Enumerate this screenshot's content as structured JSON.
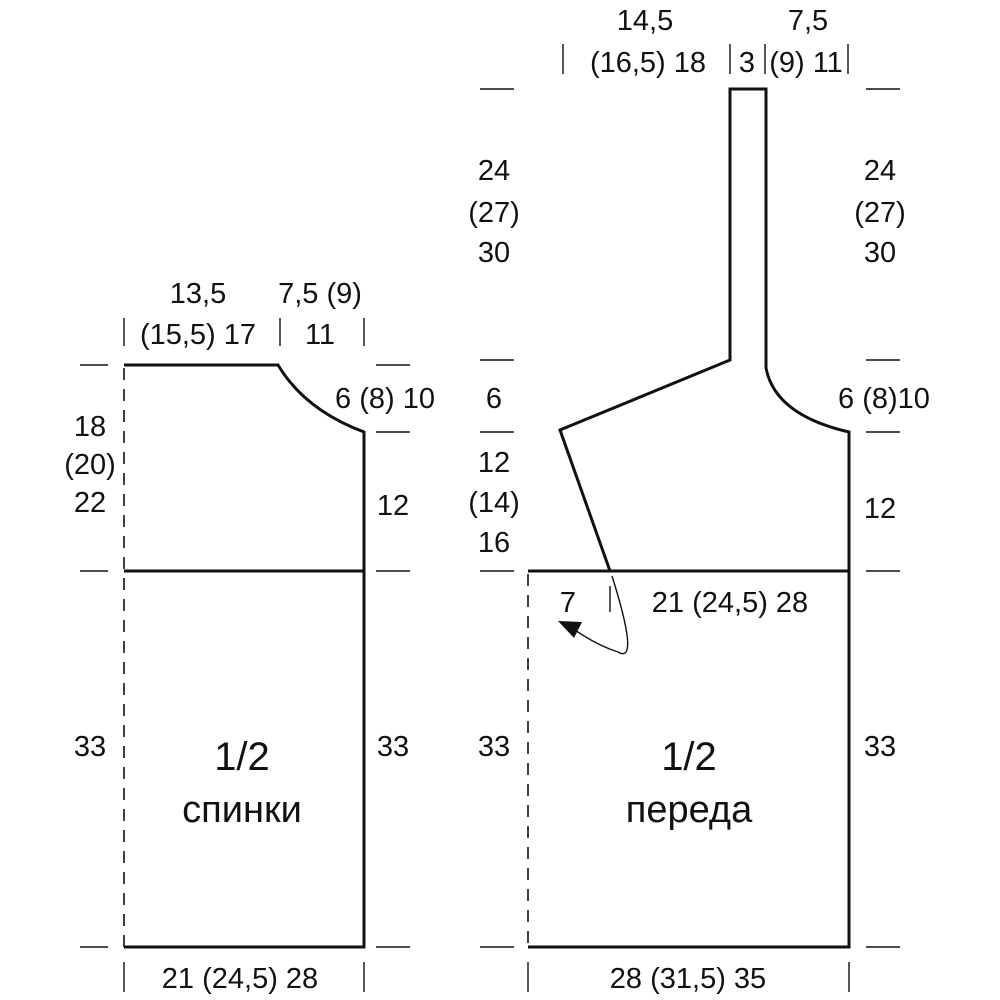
{
  "colors": {
    "line": "#111111",
    "background": "#ffffff"
  },
  "back": {
    "title_fraction": "1/2",
    "title_word": "спинки",
    "top_width_line1": "13,5",
    "top_width_line2": "(15,5) 17",
    "neck_width_line1": "7,5 (9)",
    "neck_width_line2": "11",
    "neck_depth": "6 (8) 10",
    "armhole_left_line1": "18",
    "armhole_left_line2": "(20)",
    "armhole_left_line3": "22",
    "armhole_right": "12",
    "lower_left": "33",
    "lower_right": "33",
    "bottom_width": "21 (24,5) 28"
  },
  "front": {
    "title_fraction": "1/2",
    "title_word": "переда",
    "top_left_line1": "14,5",
    "top_left_line2": "(16,5) 18",
    "strap_width": "3",
    "top_right_line1": "7,5",
    "top_right_line2": "(9) 11",
    "strap_height_left_line1": "24",
    "strap_height_left_line2": "(27)",
    "strap_height_left_line3": "30",
    "strap_height_right_line1": "24",
    "strap_height_right_line2": "(27)",
    "strap_height_right_line3": "30",
    "shoulder_left": "6",
    "neck_depth_right": "6 (8)10",
    "armhole_left_line1": "12",
    "armhole_left_line2": "(14)",
    "armhole_left_line3": "16",
    "armhole_right": "12",
    "overlap": "7",
    "waist_width": "21 (24,5) 28",
    "lower_left": "33",
    "lower_right": "33",
    "bottom_width": "28 (31,5) 35"
  }
}
